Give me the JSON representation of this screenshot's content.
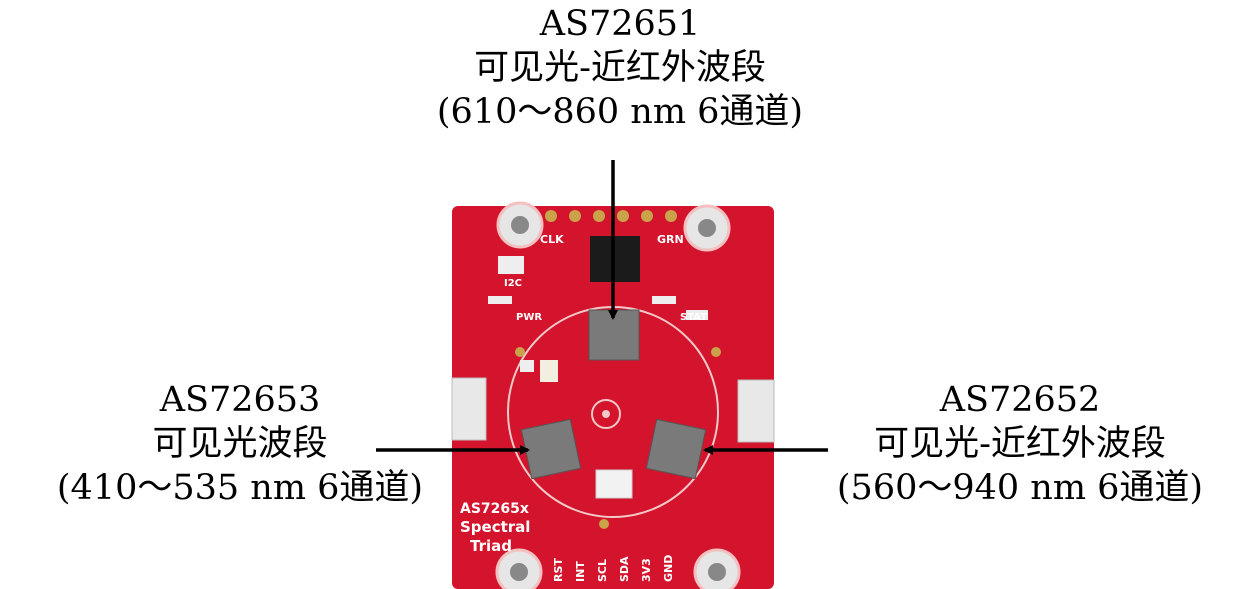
{
  "sensors": {
    "top": {
      "model": "AS72651",
      "band": "可见光-近红外波段",
      "range": "(610～860 nm 6通道)"
    },
    "left": {
      "model": "AS72653",
      "band": "可见光波段",
      "range": "(410～535 nm 6通道)"
    },
    "right": {
      "model": "AS72652",
      "band": "可见光-近红外波段",
      "range": "(560～940 nm 6通道)"
    }
  },
  "board": {
    "color": "#d4142c",
    "silkscreen": {
      "clk": "CLK",
      "grn": "GRN",
      "i2c": "I2C",
      "pwr": "PWR",
      "stat": "STAT",
      "title_line1": "AS7265x",
      "title_line2": "Spectral",
      "title_line3": "Triad",
      "pins": [
        "RST",
        "INT",
        "SCL",
        "SDA",
        "3V3",
        "GND"
      ]
    }
  }
}
